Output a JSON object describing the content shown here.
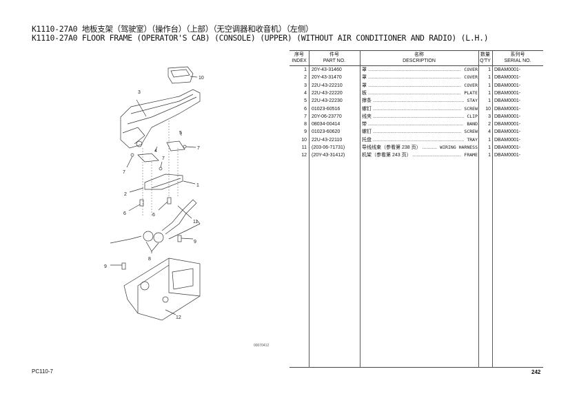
{
  "title_cn": "K1110-27A0 地板支架（驾驶室）（操作台）（上部）（无空调器和收音机）（左侧）",
  "title_en": "K1110-27A0 FLOOR FRAME (OPERATOR'S CAB) (CONSOLE) (UPPER) (WITHOUT AIR CONDITIONER AND RADIO) (L.H.)",
  "diagram": {
    "code": "00070412",
    "callouts": [
      "10",
      "3",
      "5",
      "7",
      "4",
      "7",
      "7",
      "1",
      "2",
      "6",
      "6",
      "11",
      "9",
      "8",
      "9",
      "12"
    ]
  },
  "table": {
    "headers": {
      "index_cn": "序号",
      "index_en": "INDEX",
      "part_cn": "件号",
      "part_en": "PART NO.",
      "desc_cn": "名称",
      "desc_en": "DESCRIPTION",
      "qty_cn": "数量",
      "qty_en": "Q'TY",
      "serial_cn": "系列号",
      "serial_en": "SERIAL NO."
    },
    "rows": [
      {
        "index": "1",
        "part": "20Y-43-31460",
        "desc_cn": "罩",
        "desc_en": "COVER",
        "qty": "1",
        "serial": "DBAM0001-"
      },
      {
        "index": "2",
        "part": "20Y-43-31470",
        "desc_cn": "罩",
        "desc_en": "COVER",
        "qty": "1",
        "serial": "DBAM0001-"
      },
      {
        "index": "3",
        "part": "22U-43-22210",
        "desc_cn": "罩",
        "desc_en": "COVER",
        "qty": "1",
        "serial": "DBAM0001-"
      },
      {
        "index": "4",
        "part": "22U-43-22220",
        "desc_cn": "板",
        "desc_en": "PLATE",
        "qty": "1",
        "serial": "DBAM0001-"
      },
      {
        "index": "5",
        "part": "22U-43-22230",
        "desc_cn": "撑条",
        "desc_en": "STAY",
        "qty": "1",
        "serial": "DBAM0001-"
      },
      {
        "index": "6",
        "part": "01023-60516",
        "desc_cn": "螺钉",
        "desc_en": "SCREW",
        "qty": "10",
        "serial": "DBAM0001-"
      },
      {
        "index": "7",
        "part": "20Y-06-23770",
        "desc_cn": "线夹",
        "desc_en": "CLIP",
        "qty": "3",
        "serial": "DBAM0001-"
      },
      {
        "index": "8",
        "part": "08034-00414",
        "desc_cn": "带",
        "desc_en": "BAND",
        "qty": "2",
        "serial": "DBAM0001-"
      },
      {
        "index": "9",
        "part": "01023-60620",
        "desc_cn": "螺钉",
        "desc_en": "SCREW",
        "qty": "4",
        "serial": "DBAM0001-"
      },
      {
        "index": "10",
        "part": "22U-43-22110",
        "desc_cn": "托盘",
        "desc_en": "TRAY",
        "qty": "1",
        "serial": "DBAM0001-"
      },
      {
        "index": "11",
        "part": "(203-06-71731)",
        "desc_cn": "导线线束（参看第 238 页）",
        "desc_en": "WIRING HARNESS",
        "qty": "1",
        "serial": "DBAM0001-"
      },
      {
        "index": "12",
        "part": "(20Y-43-31412)",
        "desc_cn": "机架（参看第 243 页）",
        "desc_en": "FRAME",
        "qty": "1",
        "serial": "DBAM0001-"
      }
    ]
  },
  "footer": {
    "model": "PC110-7",
    "page": "242"
  }
}
